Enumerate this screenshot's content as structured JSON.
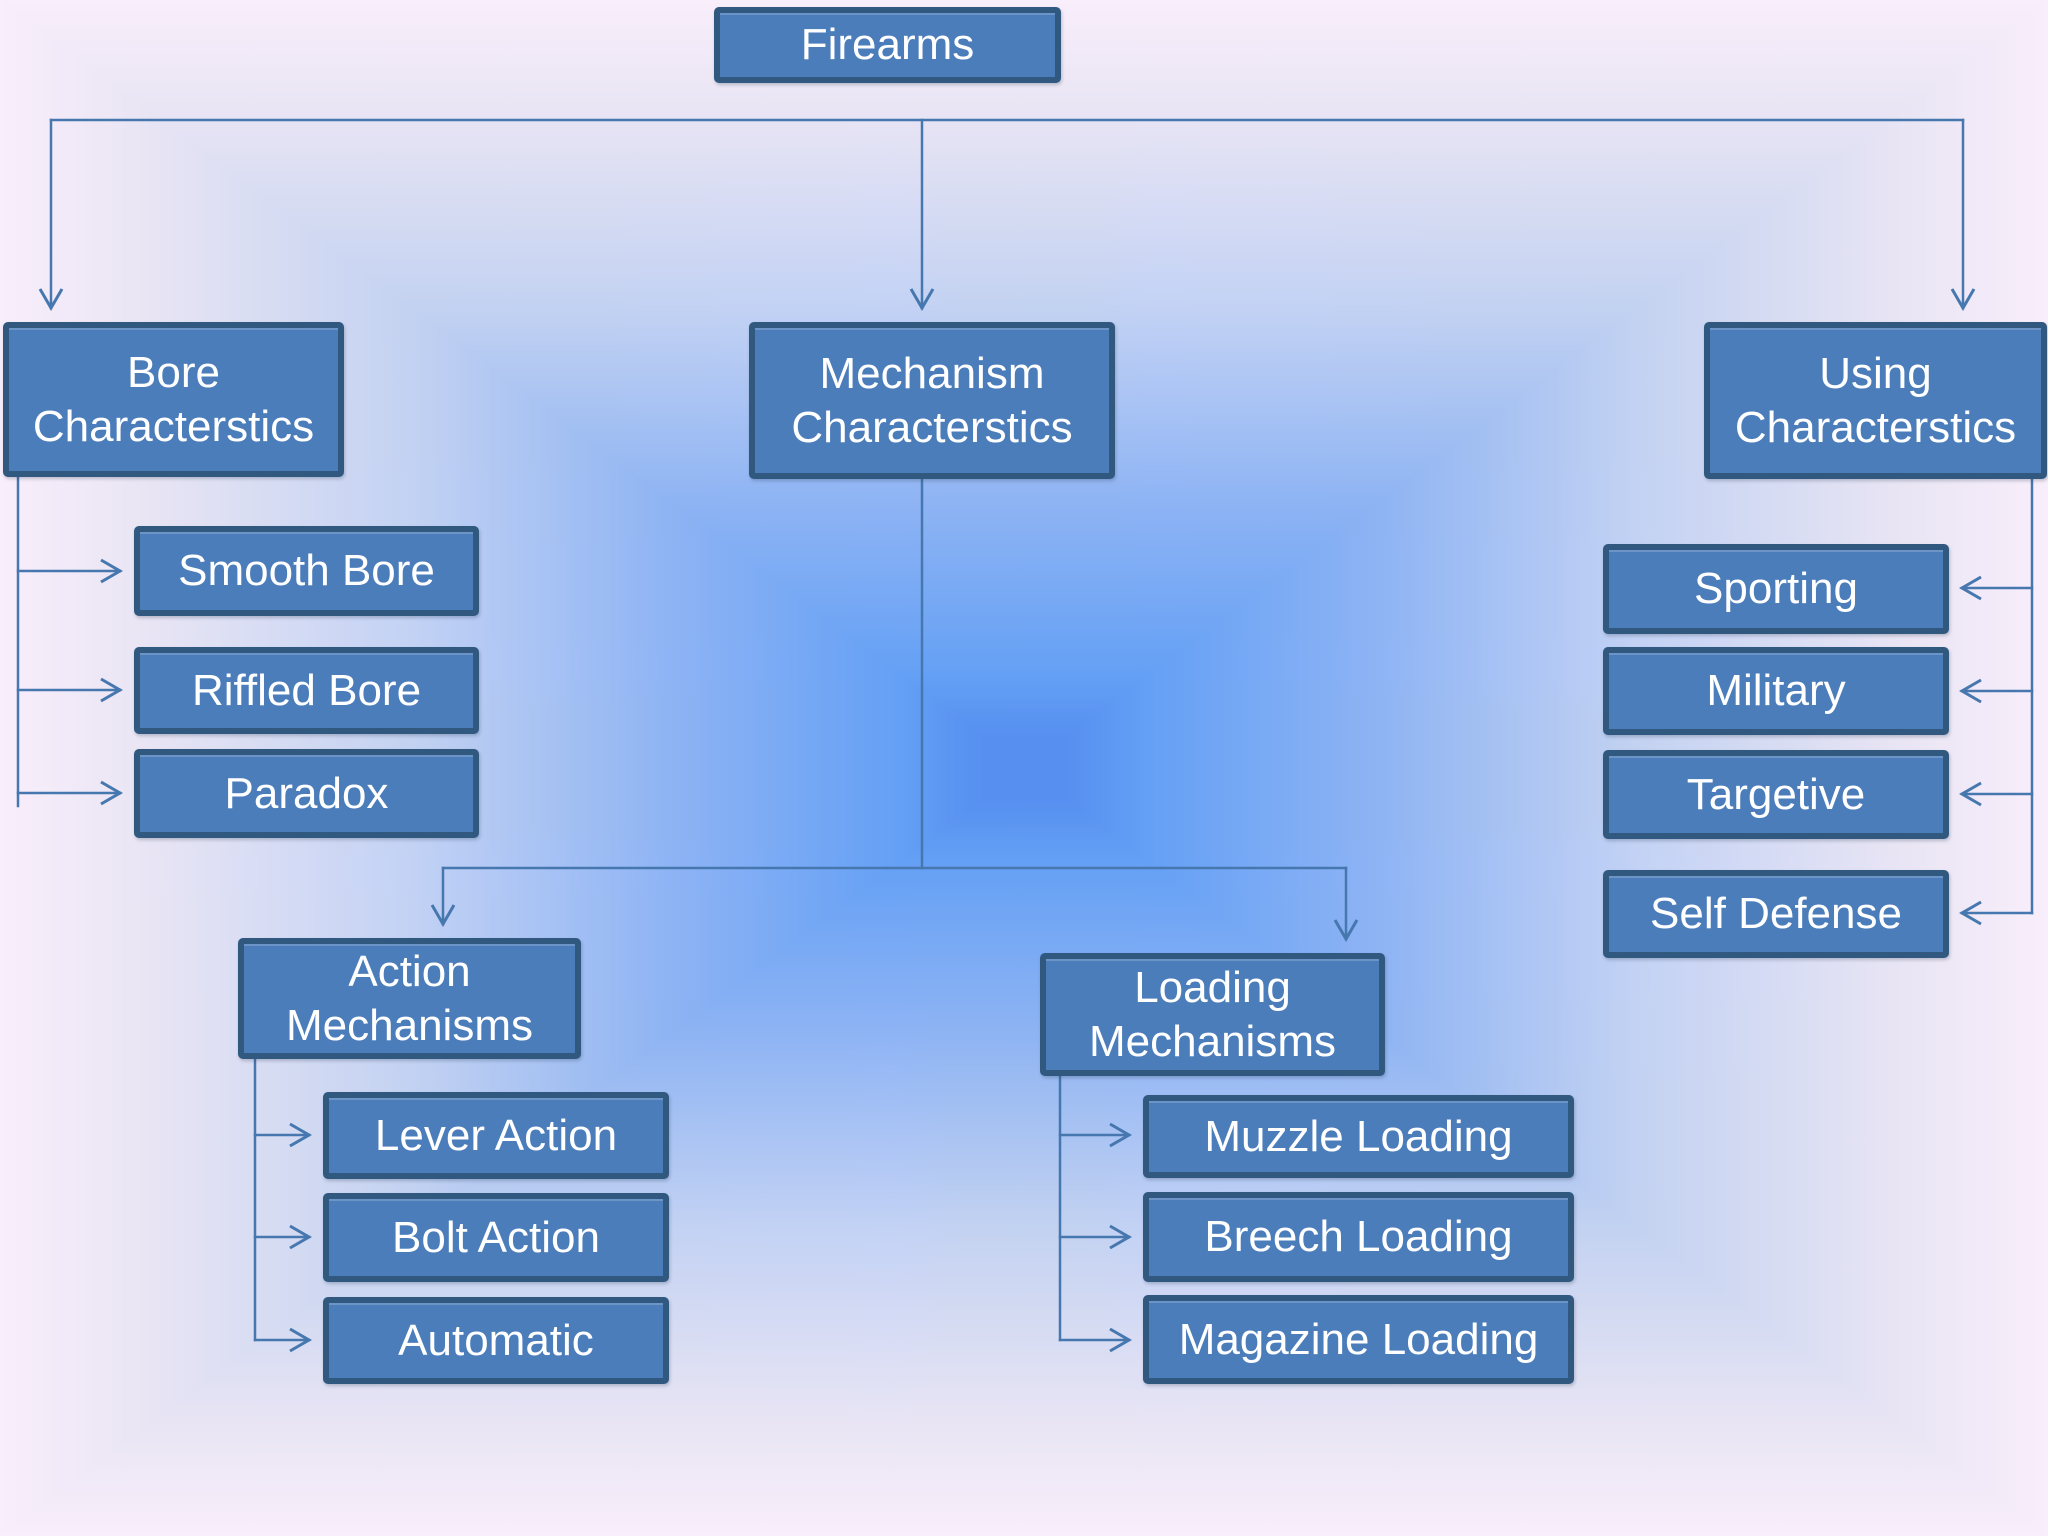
{
  "nodes": {
    "firearms": "Firearms",
    "bore": "Bore Characterstics",
    "mechanism": "Mechanism Characterstics",
    "using": "Using Characterstics",
    "smooth_bore": "Smooth Bore",
    "riffled_bore": "Riffled Bore",
    "paradox": "Paradox",
    "action_mechanisms": "Action Mechanisms",
    "lever_action": "Lever Action",
    "bolt_action": "Bolt Action",
    "automatic": "Automatic",
    "loading_mechanisms": "Loading Mechanisms",
    "muzzle_loading": "Muzzle Loading",
    "breech_loading": "Breech Loading",
    "magazine_loading": "Magazine Loading",
    "sporting": "Sporting",
    "military": "Military",
    "targetive": "Targetive",
    "self_defense": "Self Defense"
  },
  "hierarchy": {
    "Firearms": [
      "Bore Characterstics",
      "Mechanism Characterstics",
      "Using Characterstics"
    ],
    "Bore Characterstics": [
      "Smooth Bore",
      "Riffled Bore",
      "Paradox"
    ],
    "Mechanism Characterstics": [
      "Action Mechanisms",
      "Loading Mechanisms"
    ],
    "Action Mechanisms": [
      "Lever Action",
      "Bolt Action",
      "Automatic"
    ],
    "Loading Mechanisms": [
      "Muzzle Loading",
      "Breech Loading",
      "Magazine Loading"
    ],
    "Using Characterstics": [
      "Sporting",
      "Military",
      "Targetive",
      "Self Defense"
    ]
  },
  "colors": {
    "node_fill": "#4c7dbb",
    "node_border": "#31597f",
    "connector": "#4677ae",
    "node_text": "#ffffff",
    "background_center": "#568ff0",
    "background_edge": "#f9eefb"
  }
}
